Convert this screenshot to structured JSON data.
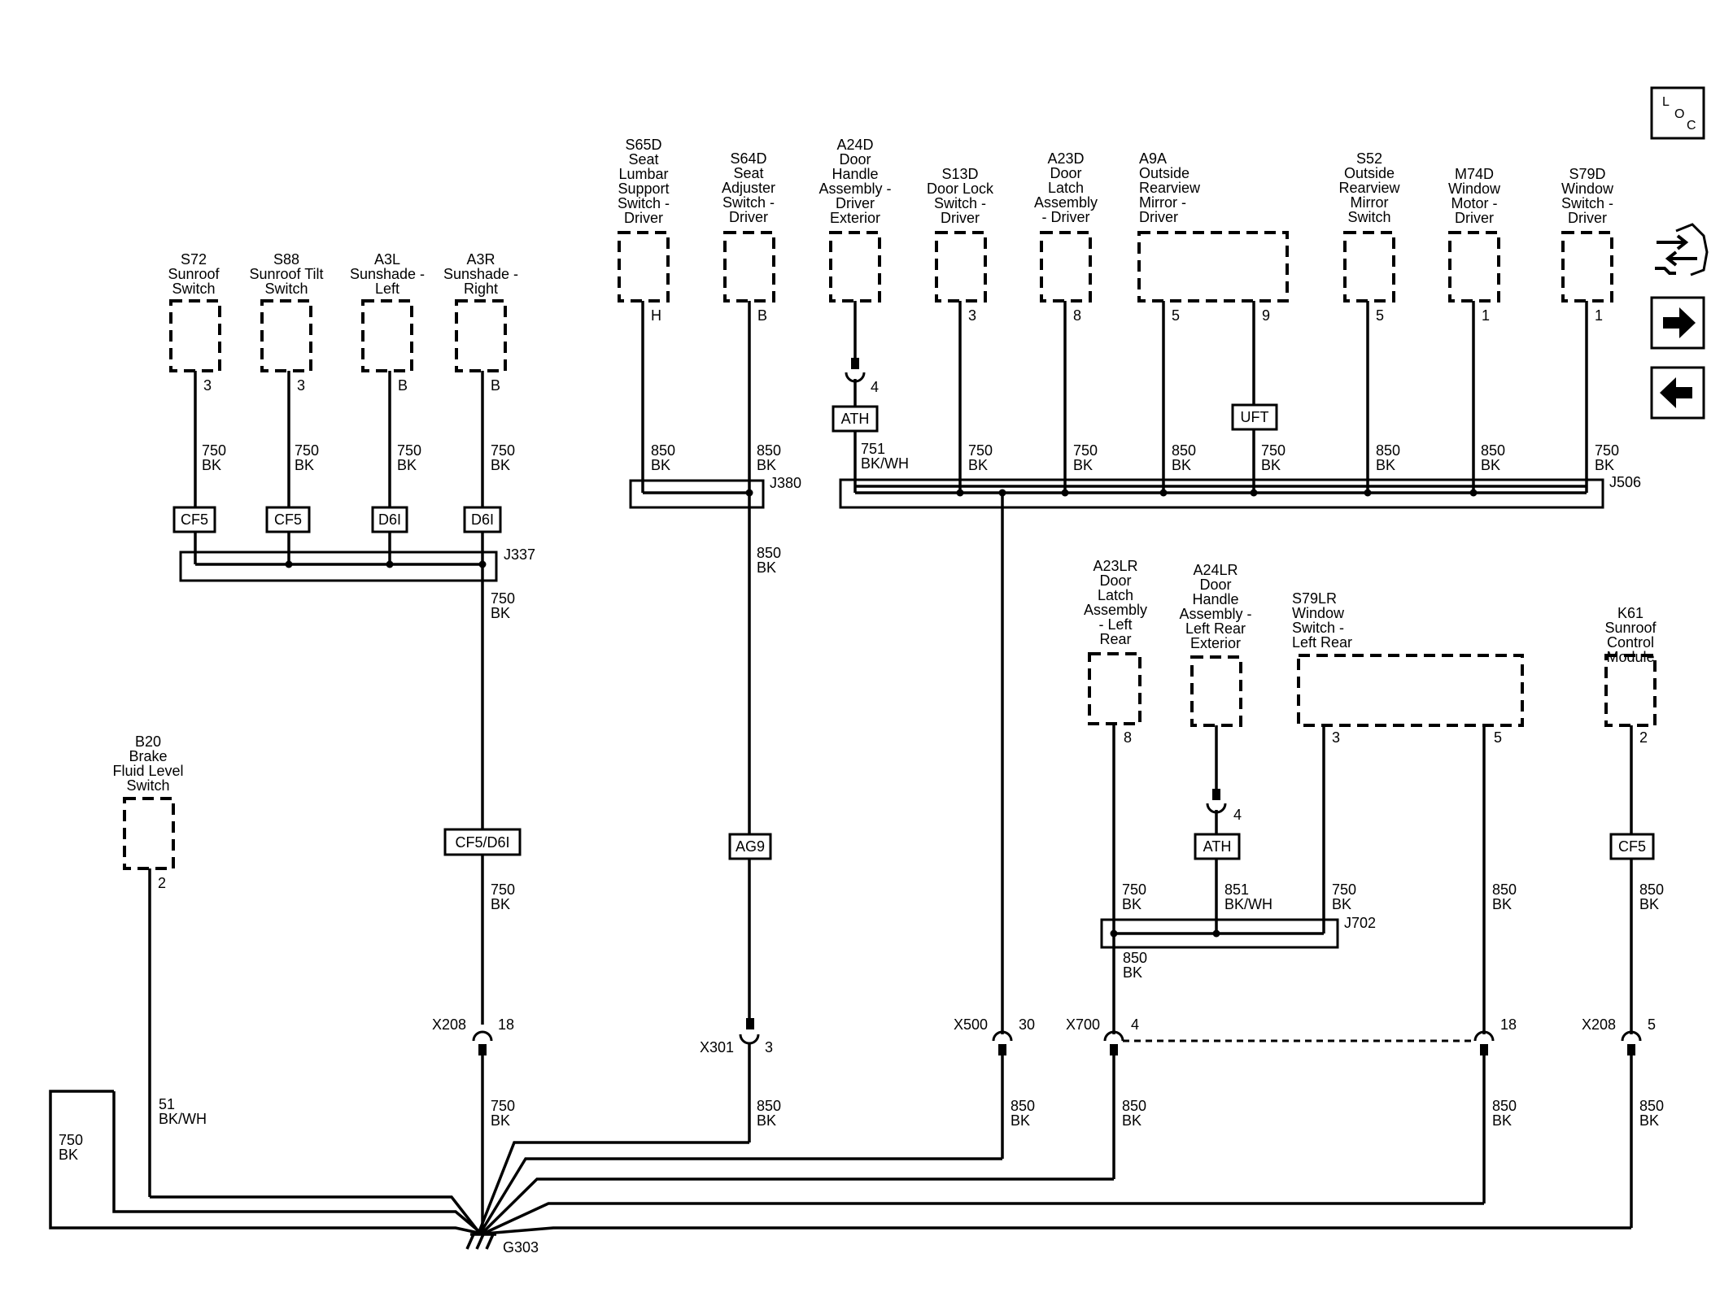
{
  "nav": {
    "loc_l": "L",
    "loc_o": "O",
    "loc_c": "C"
  },
  "components": {
    "S72": [
      "S72",
      "Sunroof",
      "Switch"
    ],
    "S88": [
      "S88",
      "Sunroof Tilt",
      "Switch"
    ],
    "A3L": [
      "A3L",
      "Sunshade -",
      "Left"
    ],
    "A3R": [
      "A3R",
      "Sunshade -",
      "Right"
    ],
    "S65D": [
      "S65D",
      "Seat",
      "Lumbar",
      "Support",
      "Switch -",
      "Driver"
    ],
    "S64D": [
      "S64D",
      "Seat",
      "Adjuster",
      "Switch -",
      "Driver"
    ],
    "A24D": [
      "A24D",
      "Door",
      "Handle",
      "Assembly -",
      "Driver",
      "Exterior"
    ],
    "S13D": [
      "S13D",
      "Door Lock",
      "Switch -",
      "Driver"
    ],
    "A23D": [
      "A23D",
      "Door",
      "Latch",
      "Assembly",
      "- Driver"
    ],
    "A9A": [
      "A9A",
      "Outside",
      "Rearview",
      "Mirror -",
      "Driver"
    ],
    "S52": [
      "S52",
      "Outside",
      "Rearview",
      "Mirror",
      "Switch"
    ],
    "M74D": [
      "M74D",
      "Window",
      "Motor -",
      "Driver"
    ],
    "S79D": [
      "S79D",
      "Window",
      "Switch -",
      "Driver"
    ],
    "A23LR": [
      "A23LR",
      "Door",
      "Latch",
      "Assembly",
      "- Left",
      "Rear"
    ],
    "A24LR": [
      "A24LR",
      "Door",
      "Handle",
      "Assembly -",
      "Left Rear",
      "Exterior"
    ],
    "S79LR": [
      "S79LR",
      "Window",
      "Switch -",
      "Left Rear"
    ],
    "K61": [
      "K61",
      "Sunroof",
      "Control",
      "Module"
    ],
    "B20": [
      "B20",
      "Brake",
      "Fluid Level",
      "Switch"
    ]
  },
  "pins": {
    "S72": "3",
    "S88": "3",
    "A3L": "B",
    "A3R": "B",
    "S65D": "H",
    "S64D": "B",
    "A24D": "4",
    "S13D": "3",
    "A23D": "8",
    "A9A_a": "5",
    "A9A_b": "9",
    "S52": "5",
    "M74D": "1",
    "S79D": "1",
    "A23LR": "8",
    "A24LR": "4",
    "S79LR_a": "3",
    "S79LR_b": "5",
    "K61": "2",
    "B20": "2"
  },
  "wires": {
    "w750bk": [
      "750",
      "BK"
    ],
    "w850bk": [
      "850",
      "BK"
    ],
    "w751": [
      "751",
      "BK/WH"
    ],
    "w851": [
      "851",
      "BK/WH"
    ],
    "w51": [
      "51",
      "BK/WH"
    ]
  },
  "options": {
    "CF5": "CF5",
    "D6I": "D6I",
    "ATH": "ATH",
    "UFT": "UFT",
    "CF5D6I": "CF5/D6I",
    "AG9": "AG9"
  },
  "splices": {
    "J337": "J337",
    "J380": "J380",
    "J506": "J506",
    "J702": "J702"
  },
  "connectors": {
    "X208a": {
      "name": "X208",
      "pin": "18"
    },
    "X301": {
      "name": "X301",
      "pin": "3"
    },
    "X500": {
      "name": "X500",
      "pin": "30"
    },
    "X700": {
      "name": "X700",
      "pin": "4"
    },
    "X700b": {
      "pin": "18"
    },
    "X208b": {
      "name": "X208",
      "pin": "5"
    }
  },
  "ground": "G303"
}
